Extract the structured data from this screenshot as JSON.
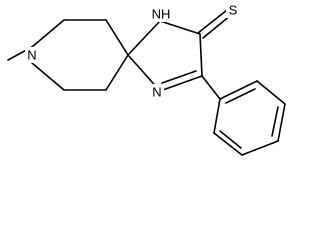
{
  "molecule": {
    "atoms": {
      "piperidine_n": "N",
      "imidazole_nh": "NH",
      "imine_n": "N",
      "thione_s": "S"
    }
  }
}
